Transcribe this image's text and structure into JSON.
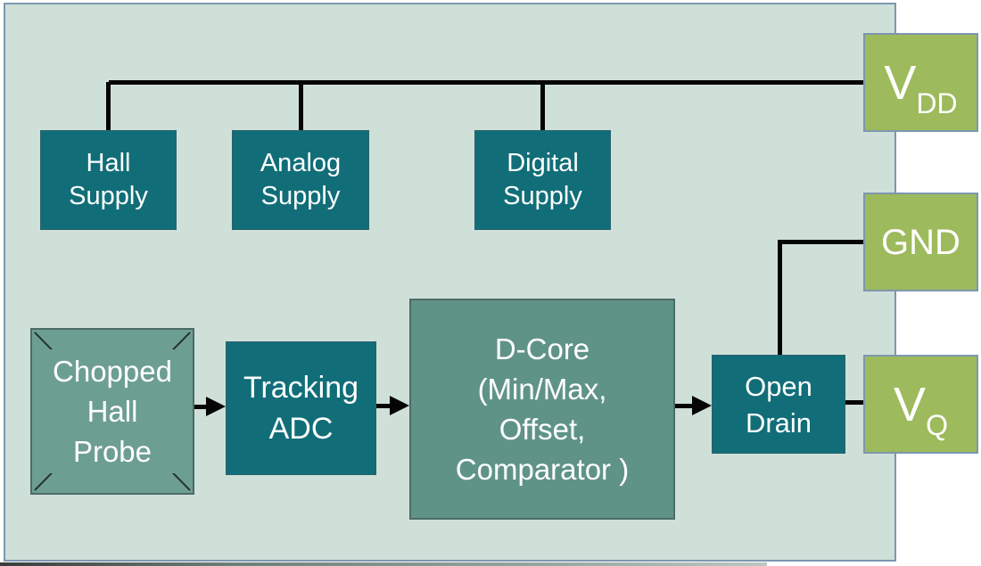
{
  "palette": {
    "page_bg": "#ffffff",
    "chip_fill": "#cfe0d9",
    "chip_border": "#7d97b0",
    "teal_fill": "#116e78",
    "teal_border": "#2a616c",
    "sage_fill": "#6d9e92",
    "sage_fill_dcore": "#609388",
    "sage_border": "#4c6a66",
    "olive_fill": "#9dba5c",
    "line_color": "#050505",
    "text_color": "#ffffff"
  },
  "blocks": {
    "hall_supply": [
      "Hall",
      "Supply"
    ],
    "analog_supply": [
      "Analog",
      "Supply"
    ],
    "digital_supply": [
      "Digital",
      "Supply"
    ],
    "chopped_hall_probe": [
      "Chopped",
      "Hall",
      "Probe"
    ],
    "tracking_adc": [
      "Tracking",
      "ADC"
    ],
    "d_core": [
      "D-Core",
      "(Min/Max,",
      "Offset,",
      "Comparator )"
    ],
    "open_drain": [
      "Open",
      "Drain"
    ]
  },
  "pins": {
    "vdd": {
      "main": "V",
      "sub": "DD"
    },
    "gnd": {
      "main": "GND"
    },
    "vq": {
      "main": "V",
      "sub": "Q"
    }
  }
}
